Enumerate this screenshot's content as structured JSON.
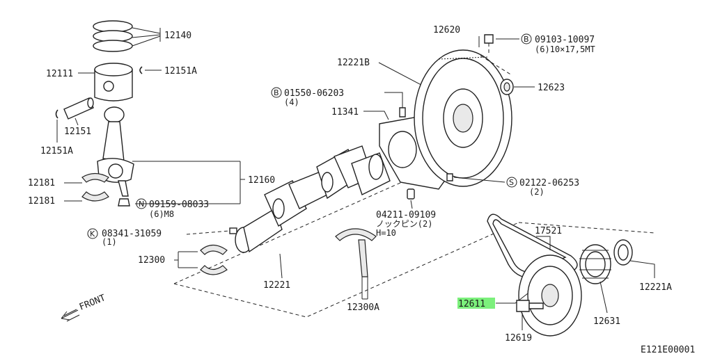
{
  "diagram": {
    "front_label": "FRONT",
    "figure_code": "E121E00001",
    "highlight_color": "#7cf07c"
  },
  "labels": {
    "p12140": "12140",
    "p12111": "12111",
    "p12151a_top": "12151A",
    "p12151": "12151",
    "p12151a_bottom": "12151A",
    "p12160": "12160",
    "p12181_a": "12181",
    "p12181_b": "12181",
    "bolt_09159": "09159-08033",
    "bolt_09159_sub": "(6)M8",
    "bolt_09159_code": "N",
    "key_08341": "08341-31059",
    "key_08341_sub": "(1)",
    "key_08341_code": "K",
    "p12300": "12300",
    "p12221": "12221",
    "p12300a": "12300A",
    "pin_04211": "04211-09109",
    "pin_04211_sub1": "ノックピン(2)",
    "pin_04211_sub2": "H=10",
    "p11341": "11341",
    "p12221b": "12221B",
    "bolt_01550": "01550-06203",
    "bolt_01550_sub": "(4)",
    "bolt_01550_code": "B",
    "p12620": "12620",
    "bolt_09103": "09103-10097",
    "bolt_09103_sub": "(6)10×17,5MT",
    "bolt_09103_code": "B",
    "p12623": "12623",
    "screw_02122": "02122-06253",
    "screw_02122_sub": "(2)",
    "screw_02122_code": "S",
    "p17521": "17521",
    "p12221a": "12221A",
    "p12611": "12611",
    "p12631": "12631",
    "p12619": "12619"
  }
}
